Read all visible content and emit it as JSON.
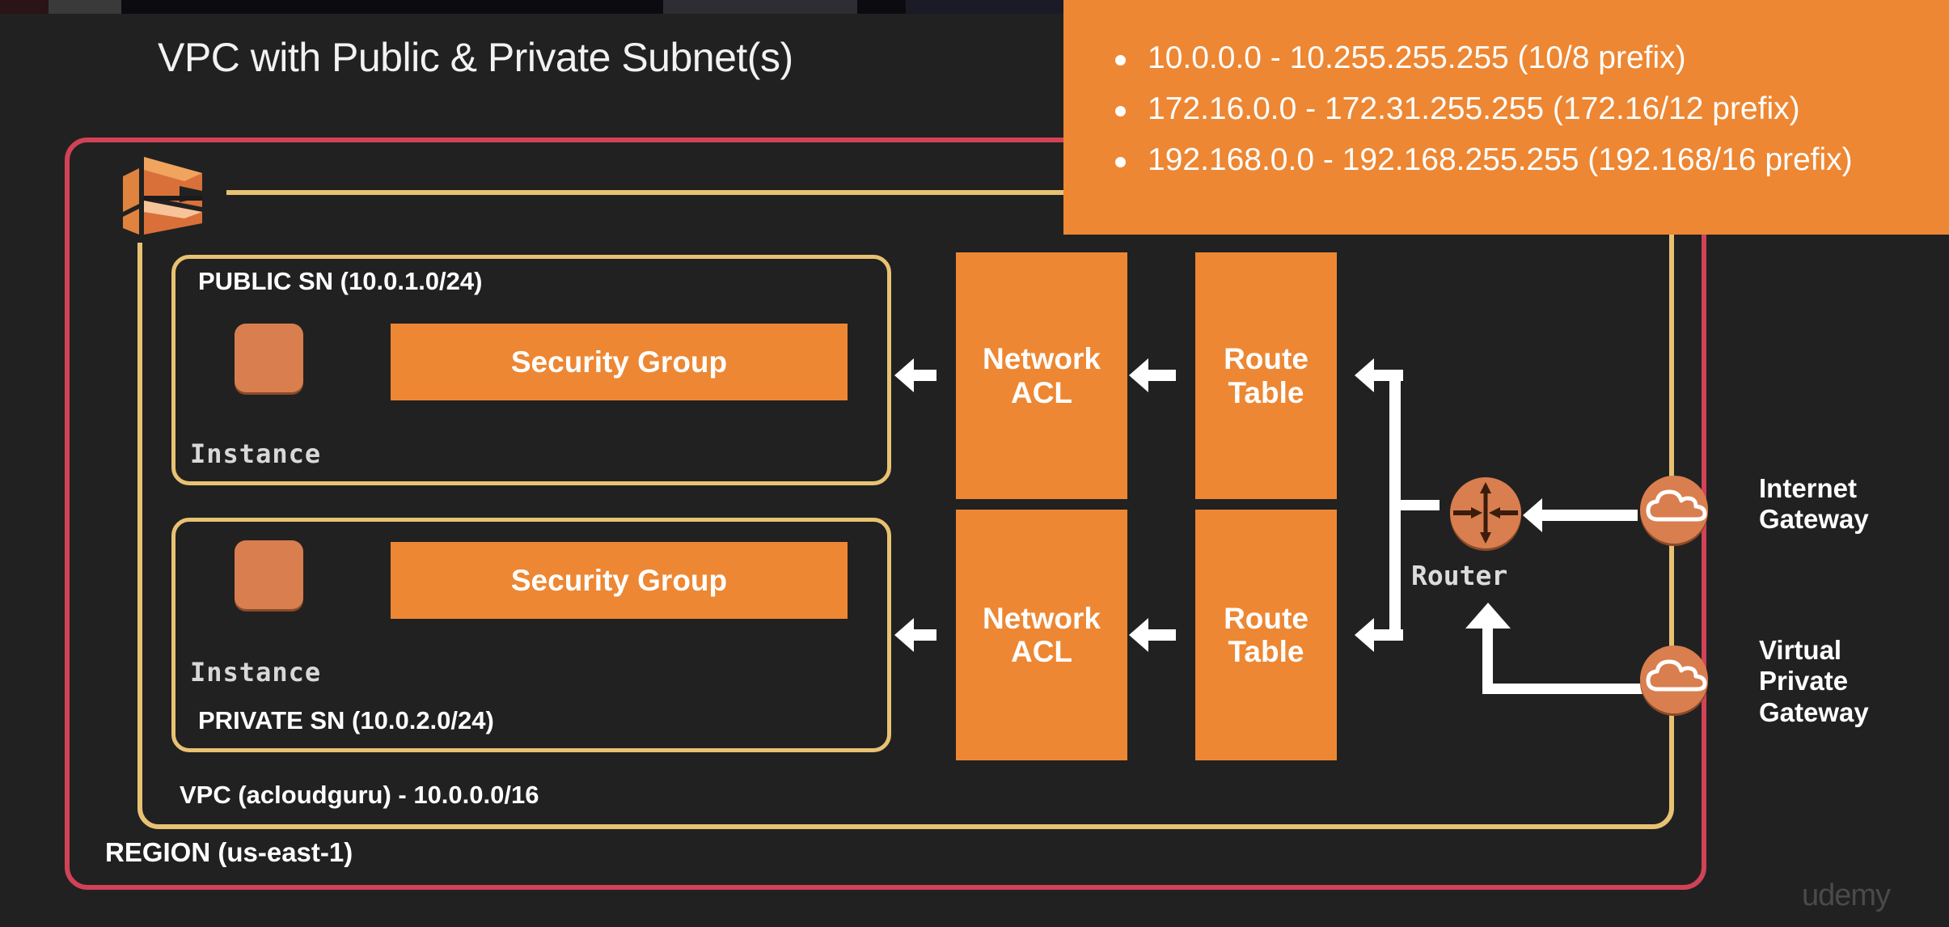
{
  "title": "VPC with Public & Private Subnet(s)",
  "colors": {
    "background": "#212121",
    "orange": "#ed8733",
    "instance_orange": "#d97e4f",
    "vpc_border": "#e8c272",
    "region_border": "#d14257",
    "arrow_white": "#ffffff",
    "text_white": "#ffffff"
  },
  "region": {
    "label": "REGION (us-east-1)"
  },
  "vpc": {
    "label": "VPC (acloudguru) - 10.0.0.0/16",
    "icon": "aws-vpc-cube-icon"
  },
  "subnets": [
    {
      "label": "PUBLIC SN (10.0.1.0/24)",
      "instance_label": "Instance",
      "security_group_label": "Security Group"
    },
    {
      "label": "PRIVATE SN (10.0.2.0/24)",
      "instance_label": "Instance",
      "security_group_label": "Security Group"
    }
  ],
  "network_boxes": {
    "nacl_line1": "Network",
    "nacl_line2": "ACL",
    "route_line1": "Route",
    "route_line2": "Table"
  },
  "router": {
    "label": "Router",
    "icon": "router-icon"
  },
  "gateways": [
    {
      "label": "Internet\nGateway",
      "icon": "cloud-icon"
    },
    {
      "label": "Virtual\nPrivate\nGateway",
      "icon": "cloud-icon"
    }
  ],
  "callout": {
    "items": [
      "10.0.0.0 - 10.255.255.255 (10/8 prefix)",
      "172.16.0.0 - 172.31.255.255 (172.16/12 prefix)",
      "192.168.0.0 - 192.168.255.255 (192.168/16 prefix)"
    ]
  },
  "watermark": "udemy"
}
